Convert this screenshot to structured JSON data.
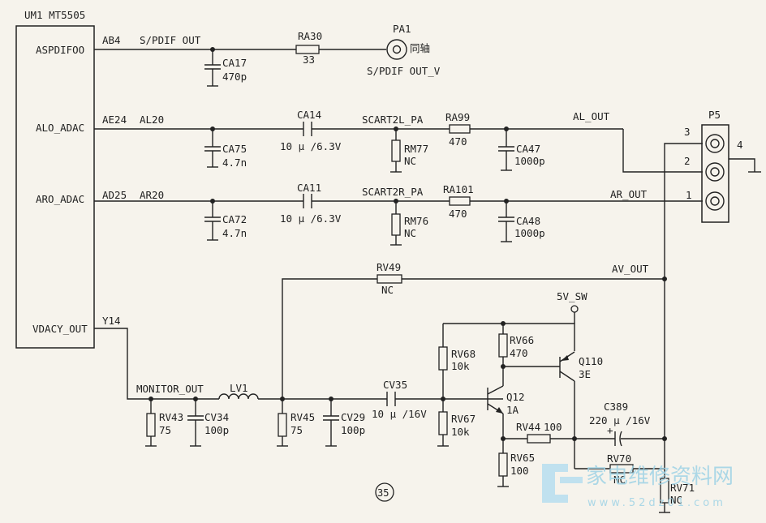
{
  "ic": {
    "title": "UM1 MT5505",
    "pins": [
      {
        "name": "ASPDIFOO",
        "ball": "AB4",
        "net": "S/PDIF OUT"
      },
      {
        "name": "ALO_ADAC",
        "ball": "AE24",
        "net": "AL20"
      },
      {
        "name": "ARO_ADAC",
        "ball": "AD25",
        "net": "AR20"
      },
      {
        "name": "VDACY_OUT",
        "ball": "Y14",
        "net": ""
      }
    ]
  },
  "components": {
    "RA30": {
      "ref": "RA30",
      "value": "33"
    },
    "CA17": {
      "ref": "CA17",
      "value": "470p"
    },
    "PA1": {
      "ref": "PA1",
      "label": "同轴",
      "net": "S/PDIF OUT_V"
    },
    "CA14": {
      "ref": "CA14",
      "value": "10 μ /6.3V"
    },
    "CA75": {
      "ref": "CA75",
      "value": "4.7n"
    },
    "RM77": {
      "ref": "RM77",
      "value": "NC"
    },
    "RA99": {
      "ref": "RA99",
      "value": "470"
    },
    "CA47": {
      "ref": "CA47",
      "value": "1000p"
    },
    "CA11": {
      "ref": "CA11",
      "value": "10 μ /6.3V"
    },
    "CA72": {
      "ref": "CA72",
      "value": "4.7n"
    },
    "RM76": {
      "ref": "RM76",
      "value": "NC"
    },
    "RA101": {
      "ref": "RA101",
      "value": "470"
    },
    "CA48": {
      "ref": "CA48",
      "value": "1000p"
    },
    "RV49": {
      "ref": "RV49",
      "value": "NC"
    },
    "LV1": {
      "ref": "LV1"
    },
    "RV43": {
      "ref": "RV43",
      "value": "75"
    },
    "CV34": {
      "ref": "CV34",
      "value": "100p"
    },
    "RV45": {
      "ref": "RV45",
      "value": "75"
    },
    "CV29": {
      "ref": "CV29",
      "value": "100p"
    },
    "CV35": {
      "ref": "CV35",
      "value": "10 μ /16V"
    },
    "RV68": {
      "ref": "RV68",
      "value": "10k"
    },
    "RV67": {
      "ref": "RV67",
      "value": "10k"
    },
    "RV66": {
      "ref": "RV66",
      "value": "470"
    },
    "Q110": {
      "ref": "Q110",
      "value": "3E"
    },
    "Q12": {
      "ref": "Q12",
      "value": "1A"
    },
    "RV44": {
      "ref": "RV44",
      "value": "100"
    },
    "RV65": {
      "ref": "RV65",
      "value": "100"
    },
    "C389": {
      "ref": "C389",
      "value": "220 μ /16V"
    },
    "RV70": {
      "ref": "RV70",
      "value": "NC"
    },
    "RV71": {
      "ref": "RV71",
      "value": "NC"
    }
  },
  "nets": {
    "scart2l": "SCART2L_PA",
    "scart2r": "SCART2R_PA",
    "al_out": "AL_OUT",
    "ar_out": "AR_OUT",
    "av_out": "AV_OUT",
    "monitor_out": "MONITOR_OUT",
    "supply": "5V_SW"
  },
  "connector": {
    "ref": "P5",
    "pins": [
      "1",
      "2",
      "3",
      "4"
    ]
  },
  "figure_number": "35",
  "watermark": {
    "text": "家电维修资料网",
    "url": "www.52dz01.com"
  }
}
